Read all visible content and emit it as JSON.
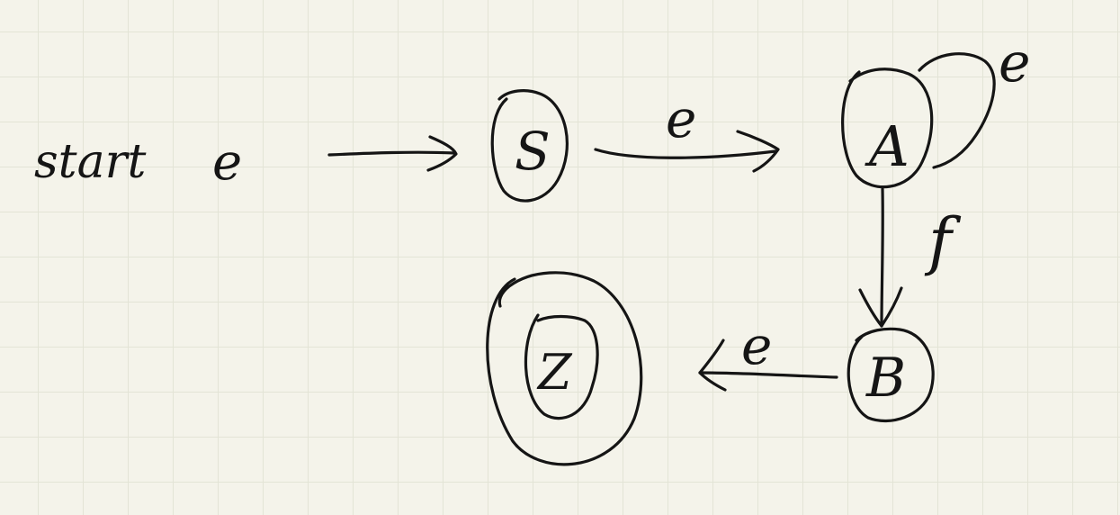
{
  "diagram": {
    "start_label": "start",
    "start_edge_label": "e",
    "states": {
      "s": "S",
      "a": "A",
      "b": "B",
      "z": "Z"
    },
    "edges": {
      "s_to_a": "e",
      "a_self_loop": "e",
      "a_to_b": "f",
      "b_to_z": "e"
    },
    "accepting_state": "Z",
    "ink_color": "#151515",
    "paper_color": "#f4f3ea",
    "grid_color": "#e3e4d6"
  }
}
